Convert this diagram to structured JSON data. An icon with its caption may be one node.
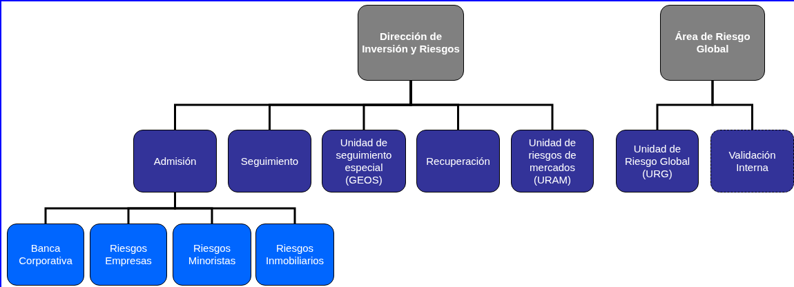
{
  "diagram": {
    "nodes": [
      {
        "text": [
          "Dirección de Inversión y Riesgos"
        ]
      },
      {
        "text": [
          "Área de Riesgo Global"
        ]
      },
      {
        "text": [
          "Admisión"
        ]
      },
      {
        "text": [
          "Seguimiento"
        ]
      },
      {
        "text": [
          "Unidad de seguimiento especial (GEOS)"
        ]
      },
      {
        "text": [
          "Recuperación"
        ]
      },
      {
        "text": [
          "Unidad de riesgos de mercados (URAM)"
        ]
      },
      {
        "text": [
          "Unidad de Riesgo Global (URG)"
        ]
      },
      {
        "text": [
          "Validación Interna"
        ]
      },
      {
        "text": [
          "Banca Corporativa"
        ]
      },
      {
        "text": [
          "Riesgos Empresas"
        ]
      },
      {
        "text": [
          "Riesgos Minoristas"
        ]
      },
      {
        "text": [
          "Riesgos Inmobiliarios"
        ]
      }
    ],
    "edges": [
      {
        "from": 0,
        "to": 2,
        "arrow": "none"
      },
      {
        "from": 0,
        "to": 3,
        "arrow": "none"
      },
      {
        "from": 0,
        "to": 4,
        "arrow": "none"
      },
      {
        "from": 0,
        "to": 5,
        "arrow": "none"
      },
      {
        "from": 0,
        "to": 6,
        "arrow": "none"
      },
      {
        "from": 1,
        "to": 7,
        "arrow": "none"
      },
      {
        "from": 1,
        "to": 8,
        "arrow": "none"
      },
      {
        "from": 2,
        "to": 9,
        "arrow": "none"
      },
      {
        "from": 2,
        "to": 10,
        "arrow": "none"
      },
      {
        "from": 2,
        "to": 11,
        "arrow": "none"
      },
      {
        "from": 2,
        "to": 12,
        "arrow": "none"
      }
    ]
  }
}
